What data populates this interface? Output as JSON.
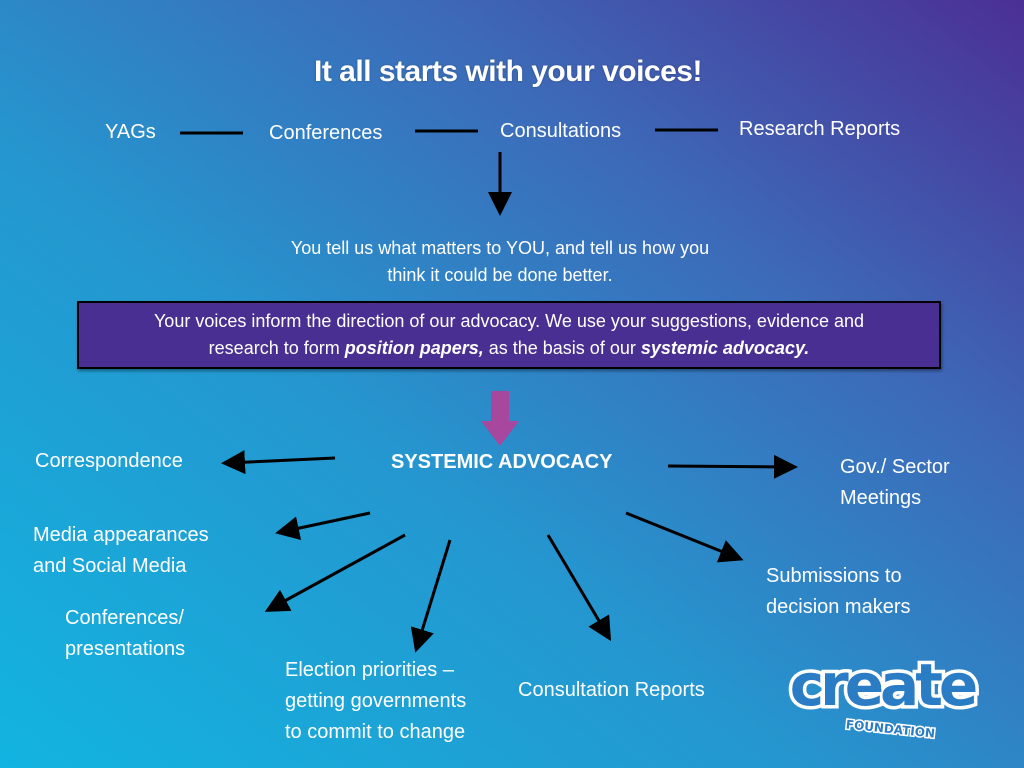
{
  "title": "It all starts with your voices!",
  "sources": [
    "YAGs",
    "Conferences",
    "Consultations",
    "Research Reports"
  ],
  "tell_us": [
    "You tell us what matters to YOU, and tell us how you",
    "think it could be done better."
  ],
  "box": {
    "line1": "Your voices inform the direction of our advocacy. We use your suggestions, evidence and",
    "pre": "research to form ",
    "em1": "position papers,",
    "mid": " as the basis of our ",
    "em2": "systemic advocacy."
  },
  "center": "SYSTEMIC ADVOCACY",
  "outputs": {
    "correspondence": "Correspondence",
    "media": [
      "Media appearances",
      "and Social Media"
    ],
    "conferences": [
      "Conferences/",
      "presentations"
    ],
    "election": [
      "Election priorities –",
      "getting governments",
      "to commit to change"
    ],
    "consultation_reports": "Consultation Reports",
    "submissions": [
      "Submissions to",
      "decision makers"
    ],
    "gov": [
      "Gov./ Sector",
      "Meetings"
    ]
  },
  "logo": {
    "word": "create",
    "sub": "FOUNDATION"
  }
}
